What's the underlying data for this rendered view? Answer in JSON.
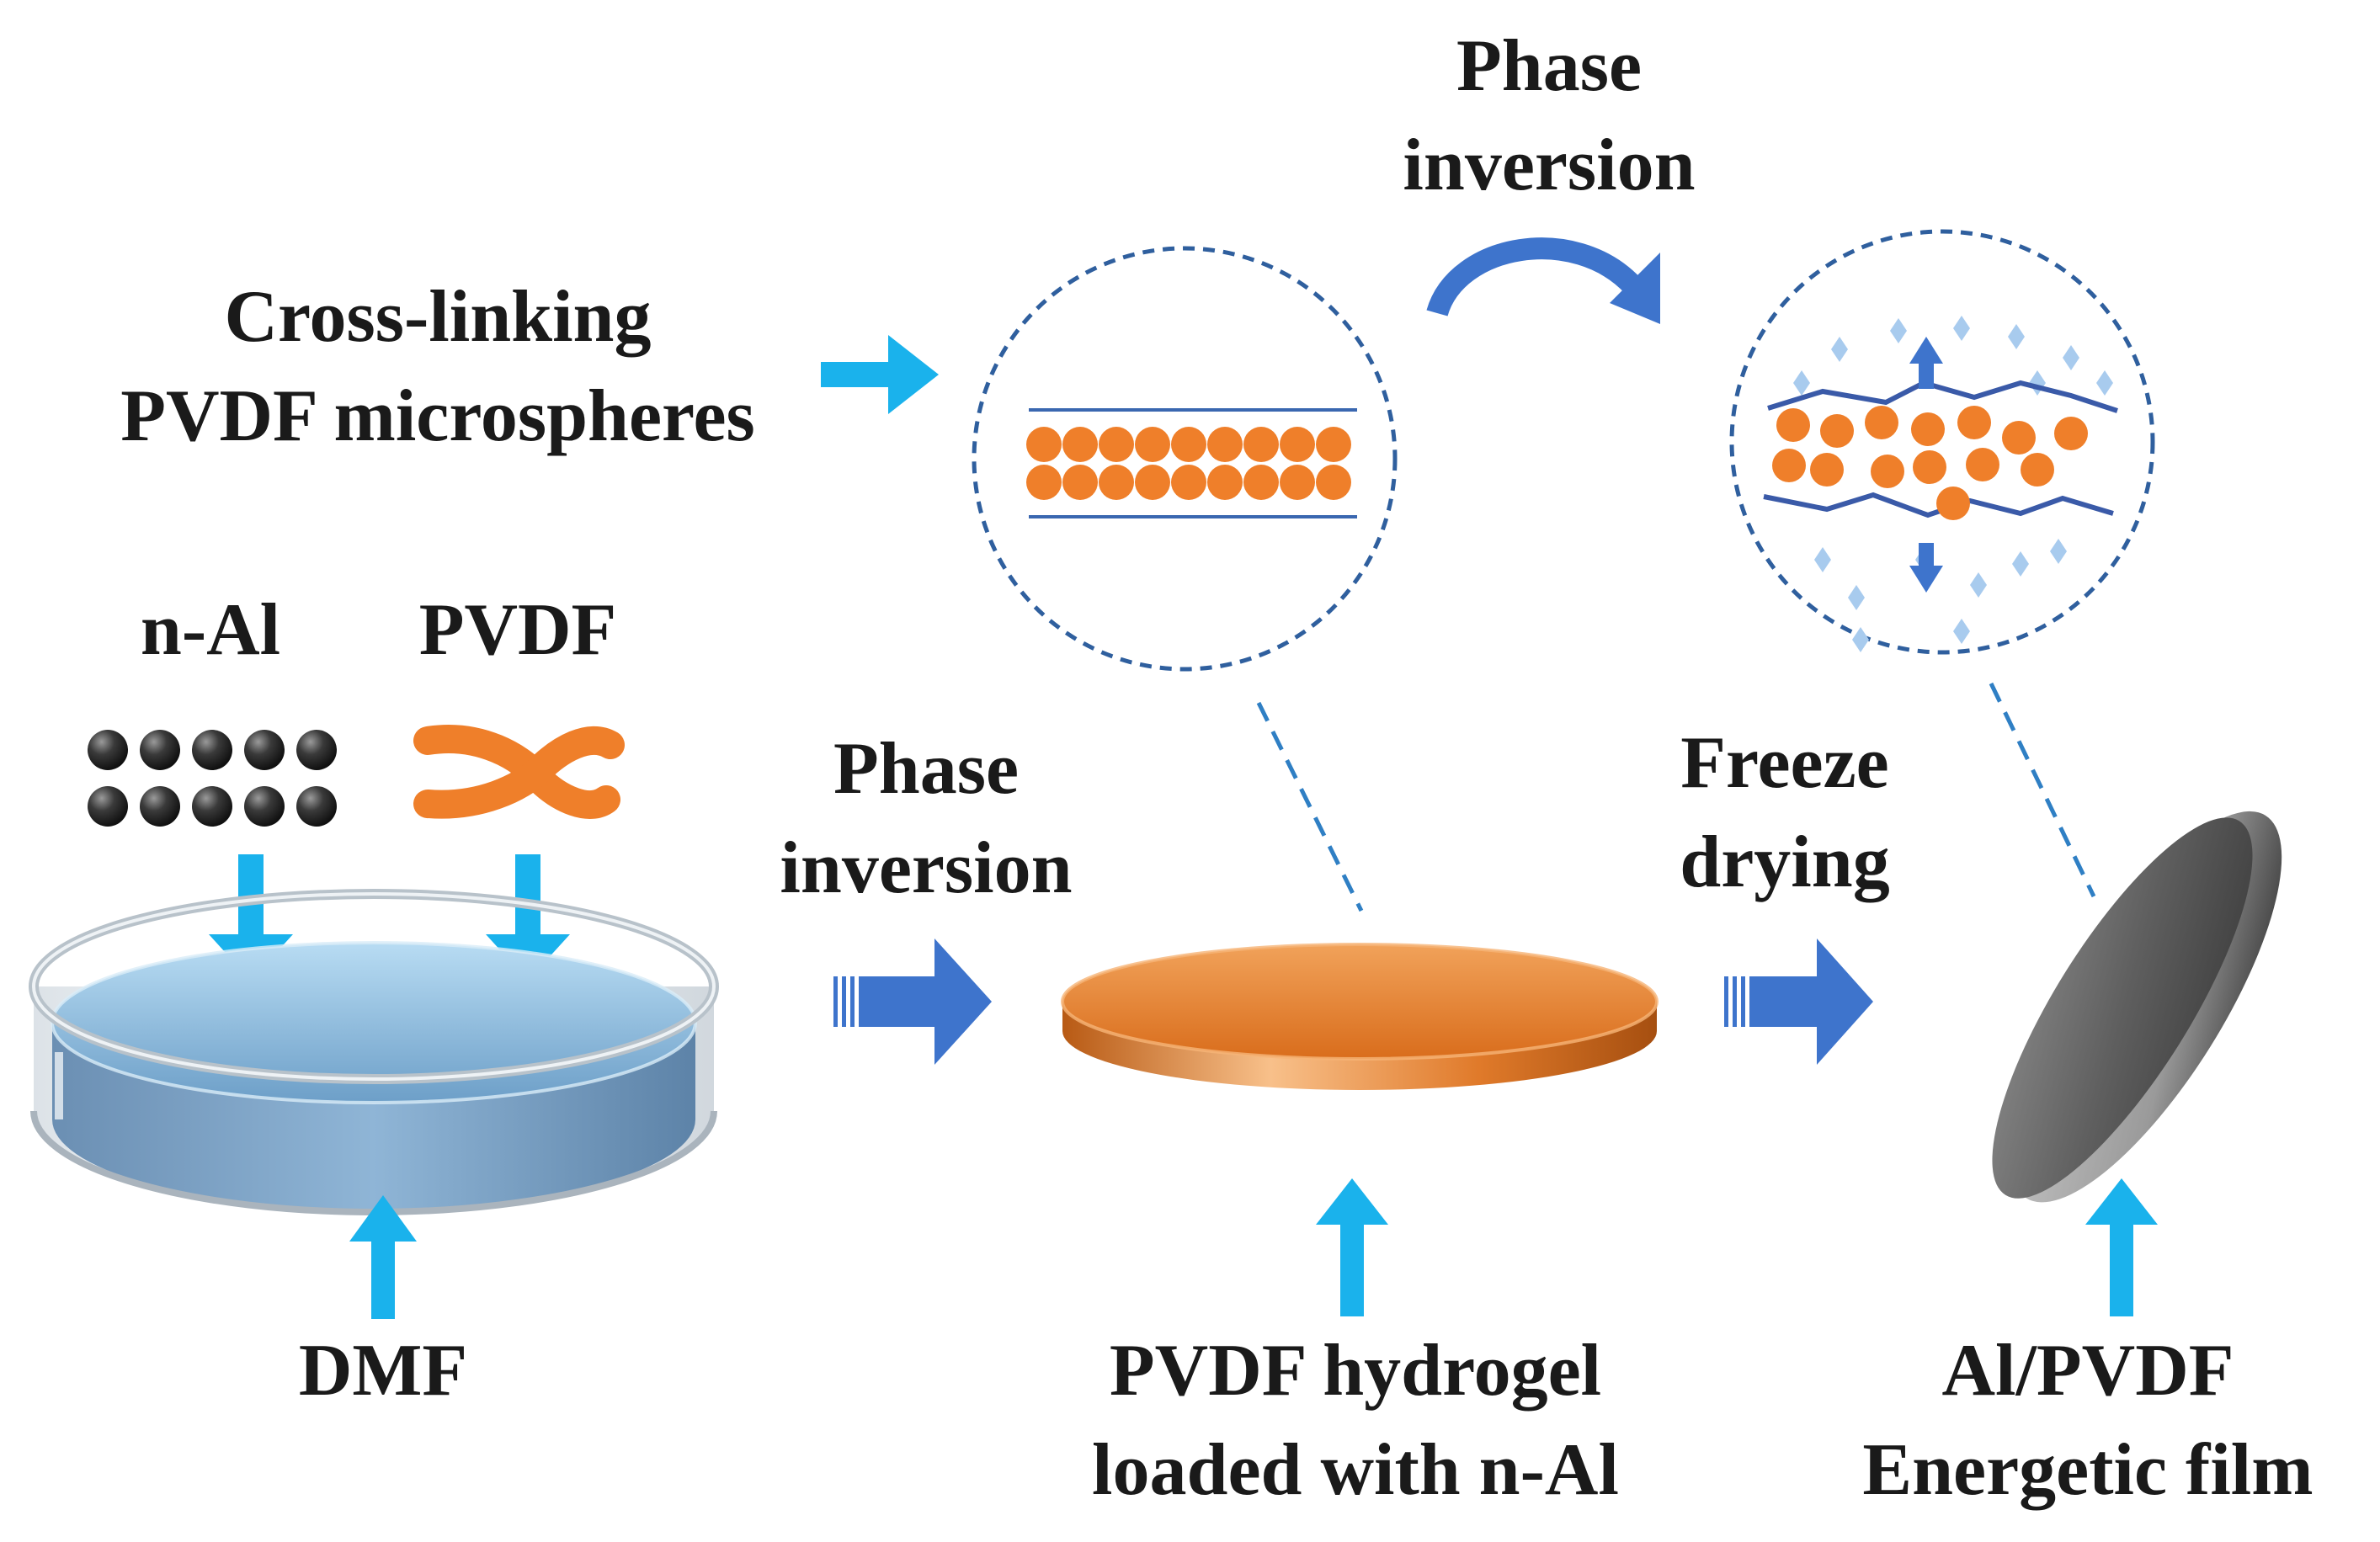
{
  "labels": {
    "crosslink": [
      "Cross-linking",
      "PVDF microspheres"
    ],
    "phase_top": [
      "Phase",
      "inversion"
    ],
    "phase_mid": [
      "Phase",
      "inversion"
    ],
    "freeze": [
      "Freeze",
      "drying"
    ],
    "n_al": "n-Al",
    "pvdf": "PVDF",
    "dmf": "DMF",
    "hydrogel": [
      "PVDF hydrogel",
      "loaded with n-Al"
    ],
    "film": [
      "Al/PVDF",
      "Energetic film"
    ]
  },
  "colors": {
    "light_arrow": "#1ab2ec",
    "dark_arrow": "#3e74cc",
    "particle_orange": "#ef7f2a",
    "dashed_circle": "#2f5f9e",
    "disc_orange": "#e07a2a",
    "film_gray": "#6a6a6a",
    "solution_blue": "#8cbde0",
    "text": "#1a1a1a"
  }
}
